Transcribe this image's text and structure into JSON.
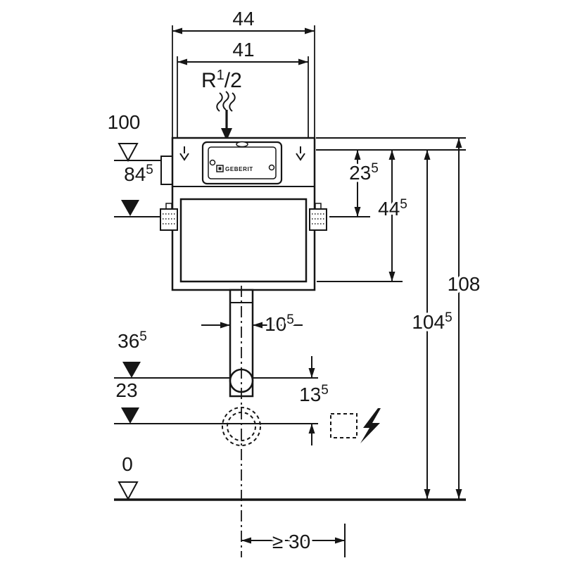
{
  "colors": {
    "line": "#161616",
    "background": "#ffffff"
  },
  "labels": {
    "width_outer": "44",
    "width_inner": "41",
    "thread_prefix": "R",
    "thread_sup": "1",
    "thread_rest": "/2",
    "level_100": "100",
    "level_845_base": "84",
    "level_845_sup": "5",
    "dim_235_base": "23",
    "dim_235_sup": "5",
    "dim_445_base": "44",
    "dim_445_sup": "5",
    "dim_108": "108",
    "dim_1045_base": "104",
    "dim_1045_sup": "5",
    "pipe_width_base": "10",
    "pipe_width_sup": "5",
    "level_365_base": "36",
    "level_365_sup": "5",
    "level_23": "23",
    "dim_135_base": "13",
    "dim_135_sup": "5",
    "level_0": "0",
    "min_offset": "≥ 30",
    "brand": "GEBERIT"
  },
  "icons": {
    "electrical_flash": "lightning-bolt",
    "water_supply": "wavy-flow-arrow",
    "level_reference_open": "open-triangle",
    "level_reference_filled": "filled-triangle"
  }
}
